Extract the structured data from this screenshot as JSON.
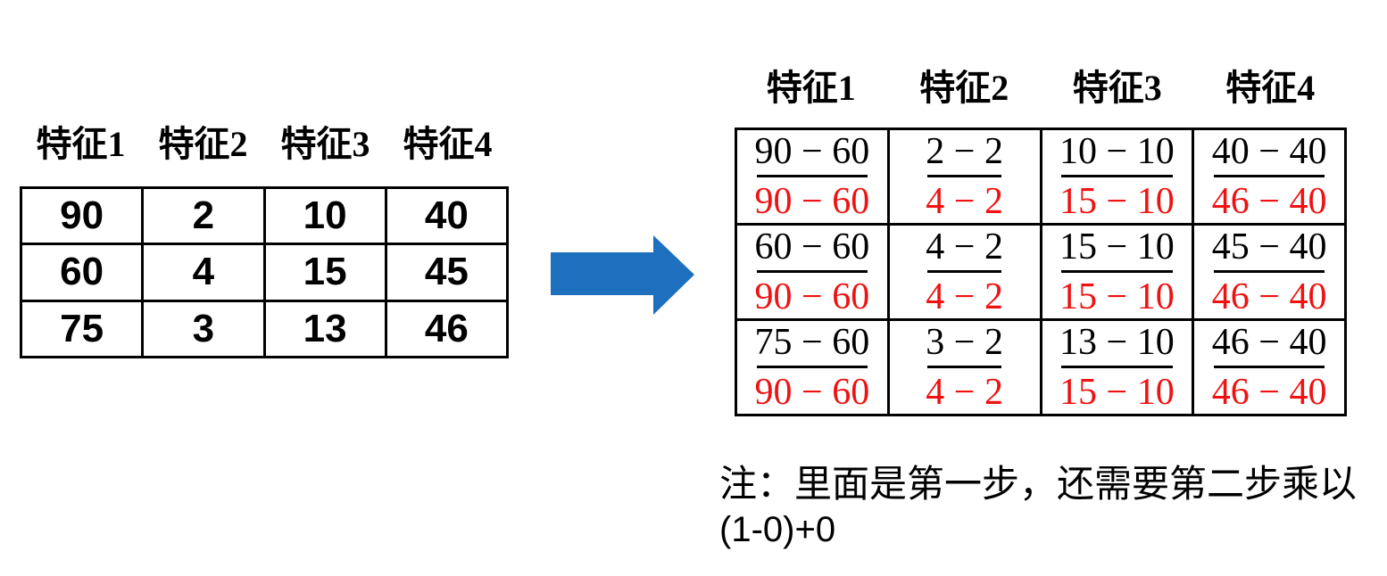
{
  "colors": {
    "arrow_blue": "#1e70be",
    "denominator_red": "#f01212",
    "table_border_black": "#000000",
    "background": "#ffffff"
  },
  "left_table": {
    "headers": [
      "特征1",
      "特征2",
      "特征3",
      "特征4"
    ],
    "rows": [
      [
        "90",
        "2",
        "10",
        "40"
      ],
      [
        "60",
        "4",
        "15",
        "45"
      ],
      [
        "75",
        "3",
        "13",
        "46"
      ]
    ]
  },
  "arrow": {
    "icon": "right-block-arrow"
  },
  "right_table": {
    "headers": [
      "特征1",
      "特征2",
      "特征3",
      "特征4"
    ],
    "rows": [
      [
        {
          "num": "90 − 60",
          "den": "90 − 60"
        },
        {
          "num": "2 − 2",
          "den": "4 − 2"
        },
        {
          "num": "10 − 10",
          "den": "15 − 10"
        },
        {
          "num": "40 − 40",
          "den": "46 − 40"
        }
      ],
      [
        {
          "num": "60 − 60",
          "den": "90 − 60"
        },
        {
          "num": "4 − 2",
          "den": "4 − 2"
        },
        {
          "num": "15 − 10",
          "den": "15 − 10"
        },
        {
          "num": "45 − 40",
          "den": "46 − 40"
        }
      ],
      [
        {
          "num": "75 − 60",
          "den": "90 − 60"
        },
        {
          "num": "3 − 2",
          "den": "4 − 2"
        },
        {
          "num": "13 − 10",
          "den": "15 − 10"
        },
        {
          "num": "46 − 40",
          "den": "46 − 40"
        }
      ]
    ]
  },
  "note": {
    "line1": "注：里面是第一步，还需要第二步乘以",
    "line2": "(1-0)+0"
  }
}
